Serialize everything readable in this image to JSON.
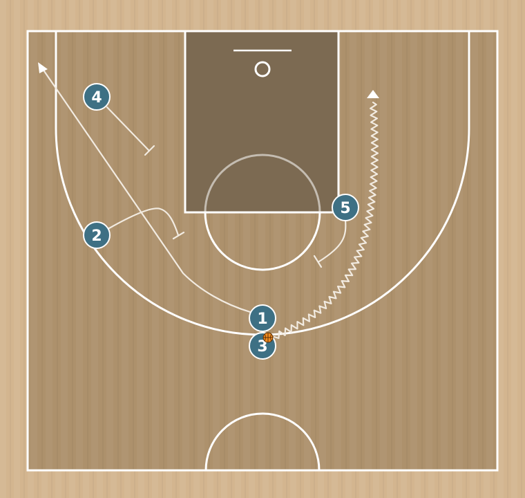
{
  "court": {
    "colors": {
      "wood_light": "#d3b58f",
      "wood_inner": "#ad916c",
      "paint": "#7c6a52",
      "line": "#ffffff",
      "player_fill": "#3e7084",
      "player_stroke": "#ffffff",
      "ball": "#ef8a1f",
      "action_line": "#f2ebe1"
    }
  },
  "players": [
    {
      "id": "1",
      "label": "1"
    },
    {
      "id": "2",
      "label": "2"
    },
    {
      "id": "3",
      "label": "3"
    },
    {
      "id": "4",
      "label": "4"
    },
    {
      "id": "5",
      "label": "5"
    }
  ],
  "actions": [
    {
      "type": "cut",
      "from": "1",
      "ending": "arrow"
    },
    {
      "type": "dribble",
      "from": "3",
      "ending": "arrow"
    },
    {
      "type": "screen",
      "from": "2"
    },
    {
      "type": "screen",
      "from": "4"
    },
    {
      "type": "screen",
      "from": "5"
    }
  ],
  "ball": {
    "holder": "3"
  }
}
